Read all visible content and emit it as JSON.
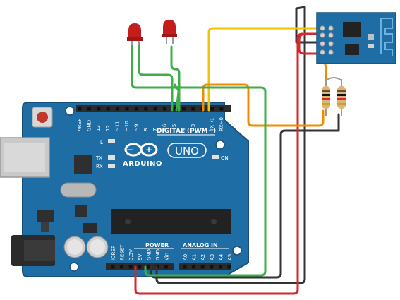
{
  "board": {
    "brand": "ARDUINO",
    "model": "UNO",
    "digital_header_title": "DIGITAL (PWM~)",
    "power_title": "POWER",
    "analog_title": "ANALOG IN",
    "on_label": "ON",
    "l_label": "L",
    "tx_label": "TX",
    "rx_label": "RX",
    "digital_pin_labels": [
      "AREF",
      "GND",
      "13",
      "12",
      "~11",
      "~10",
      "~9",
      "8",
      "7",
      "~6",
      "~5",
      "4",
      "~3",
      "2",
      "TX→1",
      "RX←0"
    ],
    "power_pin_labels": [
      "IOREF",
      "RESET",
      "3.3V",
      "5V",
      "GND",
      "GND",
      "Vin"
    ],
    "analog_pin_labels": [
      "A0",
      "A1",
      "A2",
      "A3",
      "A4",
      "A5"
    ]
  },
  "components": {
    "leds": [
      {
        "color": "red"
      },
      {
        "color": "red"
      }
    ],
    "resistors": [
      {
        "bands": [
          "brown",
          "black",
          "red",
          "gold"
        ]
      },
      {
        "bands": [
          "brown",
          "black",
          "red",
          "gold"
        ]
      }
    ],
    "wifi_module": {
      "type": "ESP-01"
    }
  },
  "colors": {
    "board": "#1f6da5",
    "board_edge": "#17507a",
    "header": "#2b2b2b",
    "wire_red": "#d8262b",
    "wire_black": "#333333",
    "wire_green": "#3fae49",
    "wire_yellow": "#f2c300",
    "wire_orange": "#f08c00",
    "led_red": "#c51d1d"
  }
}
